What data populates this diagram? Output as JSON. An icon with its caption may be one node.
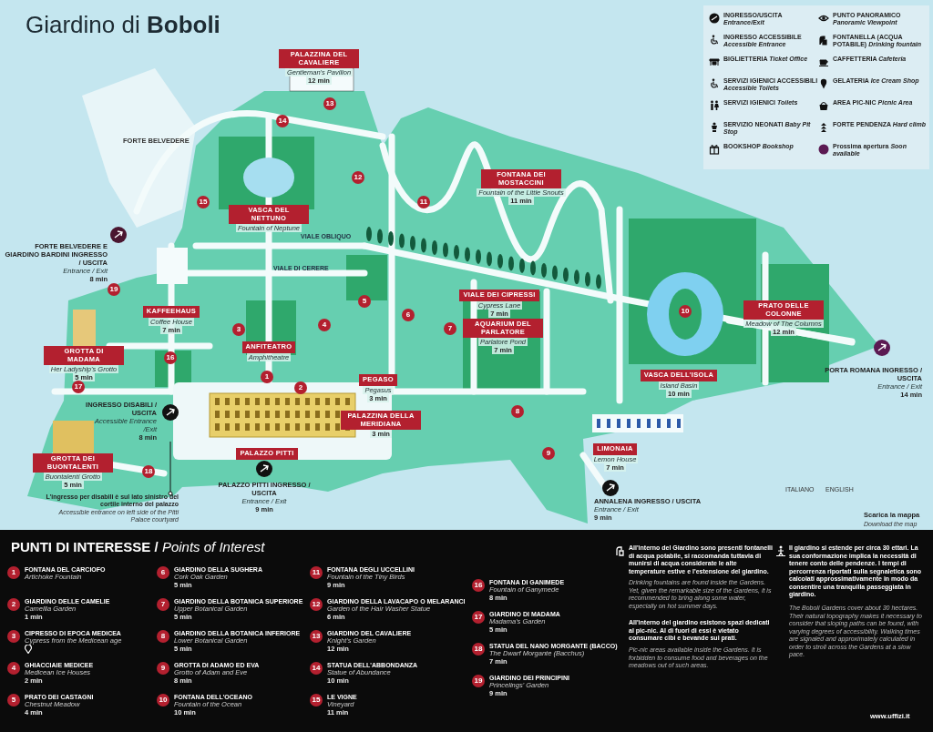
{
  "diagram": {
    "title": "Giardino di **Boboli**",
    "nodes": [
      {
        "text": [
          "PALAZZINA DEL CAVALIERE",
          "Gentleman's Pavilion",
          "12 min"
        ]
      },
      {
        "text": [
          "FONTANA DEI MOSTACCINI",
          "Fountain of the Little Snouts",
          "11 min"
        ]
      },
      {
        "text": [
          "VASCA DEL NETTUNO",
          "Fountain of Neptune"
        ]
      },
      {
        "text": [
          "KAFFEEHAUS",
          "Coffee House",
          "7 min"
        ]
      },
      {
        "text": [
          "VIALE DEI CIPRESSI",
          "Cypress Lane",
          "7 min"
        ]
      },
      {
        "text": [
          "AQUARIUM DEL PARLATORE",
          "Parlatore Pond",
          "7 min"
        ]
      },
      {
        "text": [
          "ANFITEATRO",
          "Amphitheatre"
        ]
      },
      {
        "text": [
          "PRATO DELLE COLONNE",
          "Meadow of The Columns",
          "12 min"
        ]
      },
      {
        "text": [
          "GROTTA DI MADAMA",
          "Her Ladyship's Grotto",
          "5 min"
        ]
      },
      {
        "text": [
          "PEGASO",
          "Pegasus",
          "3 min"
        ]
      },
      {
        "text": [
          "VASCA DELL'ISOLA",
          "Island Basin",
          "10 min"
        ]
      },
      {
        "text": [
          "PALAZZINA DELLA MERIDIANA",
          "3 min"
        ]
      },
      {
        "text": [
          "PALAZZO PITTI"
        ]
      },
      {
        "text": [
          "LIMONAIA",
          "Lemon House",
          "7 min"
        ]
      },
      {
        "text": [
          "GROTTA DEI BUONTALENTI",
          "Buontalenti Grotto",
          "5 min"
        ]
      },
      {
        "text": [
          "FORTE BELVEDERE E GIARDINO BARDINI INGRESSO / USCITA",
          "Entrance / Exit",
          "8 min"
        ]
      },
      {
        "text": [
          "INGRESSO DISABILI / USCITA",
          "Accessible Entrance /Exit",
          "8 min"
        ]
      },
      {
        "text": [
          "PALAZZO PITTI INGRESSO / USCITA",
          "Entrance / Exit",
          "9 min"
        ]
      },
      {
        "text": [
          "ANNALENA INGRESSO / USCITA",
          "Entrance / Exit",
          "9 min"
        ]
      },
      {
        "text": [
          "PORTA ROMANA INGRESSO / USCITA",
          "Entrance / Exit",
          "14 min"
        ]
      },
      {
        "text": [
          "L'ingresso per disabili è sul lato sinistro del cortile interno del palazzo",
          "Accessible entrance on left side of the Pitti Palace courtyard"
        ]
      },
      {
        "text": [
          "14"
        ]
      },
      {
        "text": [
          "13"
        ]
      },
      {
        "text": [
          "12"
        ]
      },
      {
        "text": [
          "11"
        ]
      },
      {
        "text": [
          "15"
        ]
      },
      {
        "text": [
          "19"
        ]
      },
      {
        "text": [
          "5"
        ]
      },
      {
        "text": [
          "6"
        ]
      },
      {
        "text": [
          "10"
        ]
      },
      {
        "text": [
          "4"
        ]
      },
      {
        "text": [
          "7"
        ]
      },
      {
        "text": [
          "3"
        ]
      },
      {
        "text": [
          "16"
        ]
      },
      {
        "text": [
          "1"
        ]
      },
      {
        "text": [
          "17"
        ]
      },
      {
        "text": [
          "2"
        ]
      },
      {
        "text": [
          "8"
        ]
      },
      {
        "text": [
          "9"
        ]
      },
      {
        "text": [
          "18"
        ]
      },
      {
        "text": [
          "1",
          "FONTANA DEL CARCIOFO",
          "Artichoke Fountain"
        ]
      },
      {
        "text": [
          "2",
          "GIARDINO DELLE CAMELIE",
          "Camellia Garden",
          "1 min"
        ]
      },
      {
        "text": [
          "3",
          "CIPRESSO DI EPOCA MEDICEA",
          "Cypress from the Medicean age"
        ]
      },
      {
        "text": [
          "4",
          "GHIACCIAIE MEDICEE",
          "Medicean Ice Houses",
          "2 min"
        ]
      },
      {
        "text": [
          "5",
          "PRATO DEI CASTAGNI",
          "Chestnut Meadow",
          "4 min"
        ]
      },
      {
        "text": [
          "6",
          "GIARDINO DELLA SUGHERA",
          "Cork Oak Garden",
          "5 min"
        ]
      },
      {
        "text": [
          "7",
          "GIARDINO DELLA BOTANICA SUPERIORE",
          "Upper Botanical Garden",
          "5 min"
        ]
      },
      {
        "text": [
          "8",
          "GIARDINO DELLA BOTANICA INFERIORE",
          "Lower Botanical Garden",
          "5 min"
        ]
      },
      {
        "text": [
          "9",
          "GROTTA DI ADAMO ED EVA",
          "Grotto of Adam and Eve",
          "8 min"
        ]
      },
      {
        "text": [
          "10",
          "FONTANA DELL'OCEANO",
          "Fountain of the Ocean",
          "10 min"
        ]
      },
      {
        "text": [
          "11",
          "FONTANA DEGLI UCCELLINI",
          "Fountain of the Tiny Birds",
          "9 min"
        ]
      },
      {
        "text": [
          "12",
          "GIARDINO DELLA LAVACAPO O MELARANCI",
          "Garden of the Hair Washer Statue",
          "6 min"
        ]
      },
      {
        "text": [
          "13",
          "GIARDINO DEL CAVALIERE",
          "Knight's Garden",
          "12 min"
        ]
      },
      {
        "text": [
          "14",
          "STATUA DELL'ABBONDANZA",
          "Statue of Abundance",
          "10 min"
        ]
      },
      {
        "text": [
          "15",
          "LE VIGNE",
          "Vineyard",
          "11 min"
        ]
      },
      {
        "text": [
          "16",
          "FONTANA DI GANIMEDE",
          "Fountain of Ganymede",
          "8 min"
        ]
      },
      {
        "text": [
          "17",
          "GIARDINO DI MADAMA",
          "Madama's Garden",
          "5 min"
        ]
      },
      {
        "text": [
          "18",
          "STATUA DEL NANO MORGANTE (BACCO)",
          "The Dwarf Morgante (Bacchus)",
          "7 min"
        ]
      },
      {
        "text": [
          "19",
          "GIARDINO DEI PRINCIPINI",
          "Princelings' Garden",
          "9 min"
        ]
      }
    ],
    "edges": [
      {
        "from": 20,
        "to": 16,
        "arrow": "other"
      }
    ],
    "labels": [
      "FORTE BELVEDERE",
      "VIALE OBLIQUO",
      "VIALE DI CERERE",
      "ITALIANO",
      "ENGLISH",
      "Scarica la mappa",
      "Download the map",
      "**PUNTI DI INTERESSE /** *Points of Interest*",
      "All'interno del Giardino sono presenti fontanelli di acqua potabile, si raccomanda tuttavia di munirsi di acqua considerate le alte temperature estive e l'estensione del giardino.",
      "Drinking fountains are found inside the Gardens. Yet, given the remarkable size of the Gardens, it is recommended to bring along some water, especially on hot summer days.",
      "All'interno del giardino esistono spazi dedicati al pic-nic. Al di fuori di essi è vietato consumare cibi e bevande sui prati.",
      "Pic-nic areas available inside the Gardens. It is forbidden to consume food and beverages on the meadows out of such areas.",
      "Il giardino si estende per circa 30 ettari. La sua conformazione implica la necessità di tenere conto delle pendenze. I tempi di percorrenza riportati sulla segnaletica sono calcolati approssimativamente in modo da consentire una tranquilla passeggiata in giardino.",
      "The Boboli Gardens cover about 30 hectares. Their natural topography makes it necessary to consider that sloping paths can be found, with varying degrees of accessibility. Walking times are signaled and approximately calculated in order to stroll across the Gardens at a slow pace.",
      "www.uffizi.it"
    ],
    "legend": [
      {
        "text": "INGRESSO/USCITA *Entrance/Exit*"
      },
      {
        "text": "INGRESSO ACCESSIBILE *Accessible Entrance*"
      },
      {
        "text": "BIGLIETTERIA *Ticket Office*"
      },
      {
        "text": "SERVIZI IGIENICI ACCESSIBILI *Accessible Toilets*"
      },
      {
        "text": "SERVIZI IGIENICI *Toilets*"
      },
      {
        "text": "SERVIZIO NEONATI *Baby Pit Stop*"
      },
      {
        "text": "BOOKSHOP *Bookshop*"
      },
      {
        "text": "PUNTO PANORAMICO *Panoramic Viewpoint*"
      },
      {
        "text": "FONTANELLA (ACQUA POTABILE) *Drinking fountain*"
      },
      {
        "text": "CAFFETTERIA *Cafeteria*"
      },
      {
        "text": "GELATERIA *Ice Cream Shop*"
      },
      {
        "text": "AREA PIC-NIC *Picnic Area*"
      },
      {
        "text": "FORTE PENDENZA *Hard climb*"
      },
      {
        "text": "Prossima apertura *Soon available*",
        "color": "#5b1a52"
      }
    ]
  }
}
